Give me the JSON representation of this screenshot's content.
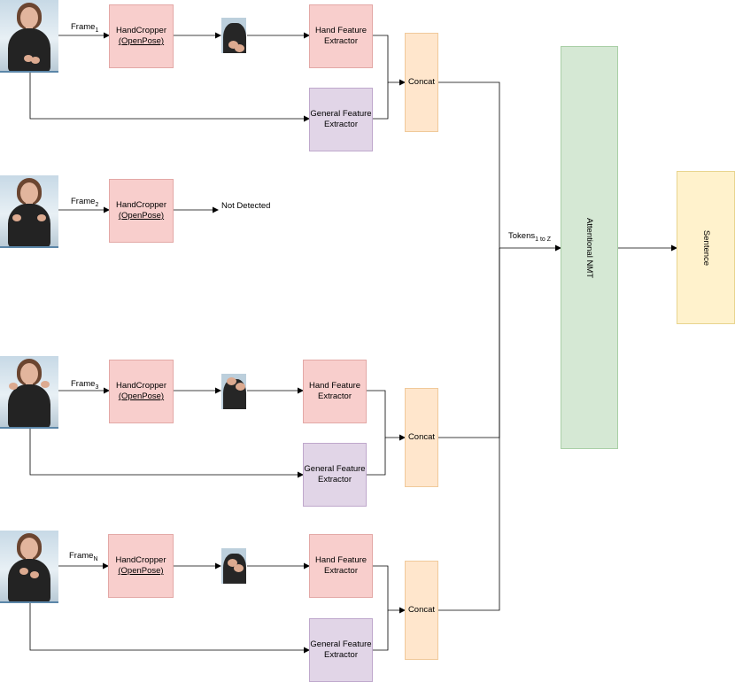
{
  "rows": [
    {
      "frame_base": "Frame",
      "frame_sub": "1"
    },
    {
      "frame_base": "Frame",
      "frame_sub": "2"
    },
    {
      "frame_base": "Frame",
      "frame_sub": "3"
    },
    {
      "frame_base": "Frame",
      "frame_sub": "N"
    }
  ],
  "hand_cropper": {
    "line1": "HandCropper",
    "line2": "(OpenPose)"
  },
  "hand_feature_extractor": {
    "line1": "Hand Feature",
    "line2": "Extractor"
  },
  "general_feature_extractor": {
    "line1": "General Feature",
    "line2": "Extractor"
  },
  "concat_label": "Concat",
  "not_detected": "Not Detected",
  "tokens": {
    "base": "Tokens",
    "sub": "1 to Z"
  },
  "nmt_label": "Attentional NMT",
  "output_label": "Sentence",
  "colors": {
    "hand_cropper_fill": "#f8cecc",
    "general_fill": "#e1d5e7",
    "concat_fill": "#ffe6cc",
    "nmt_fill": "#d5e8d4",
    "sentence_fill": "#fff2cc"
  }
}
